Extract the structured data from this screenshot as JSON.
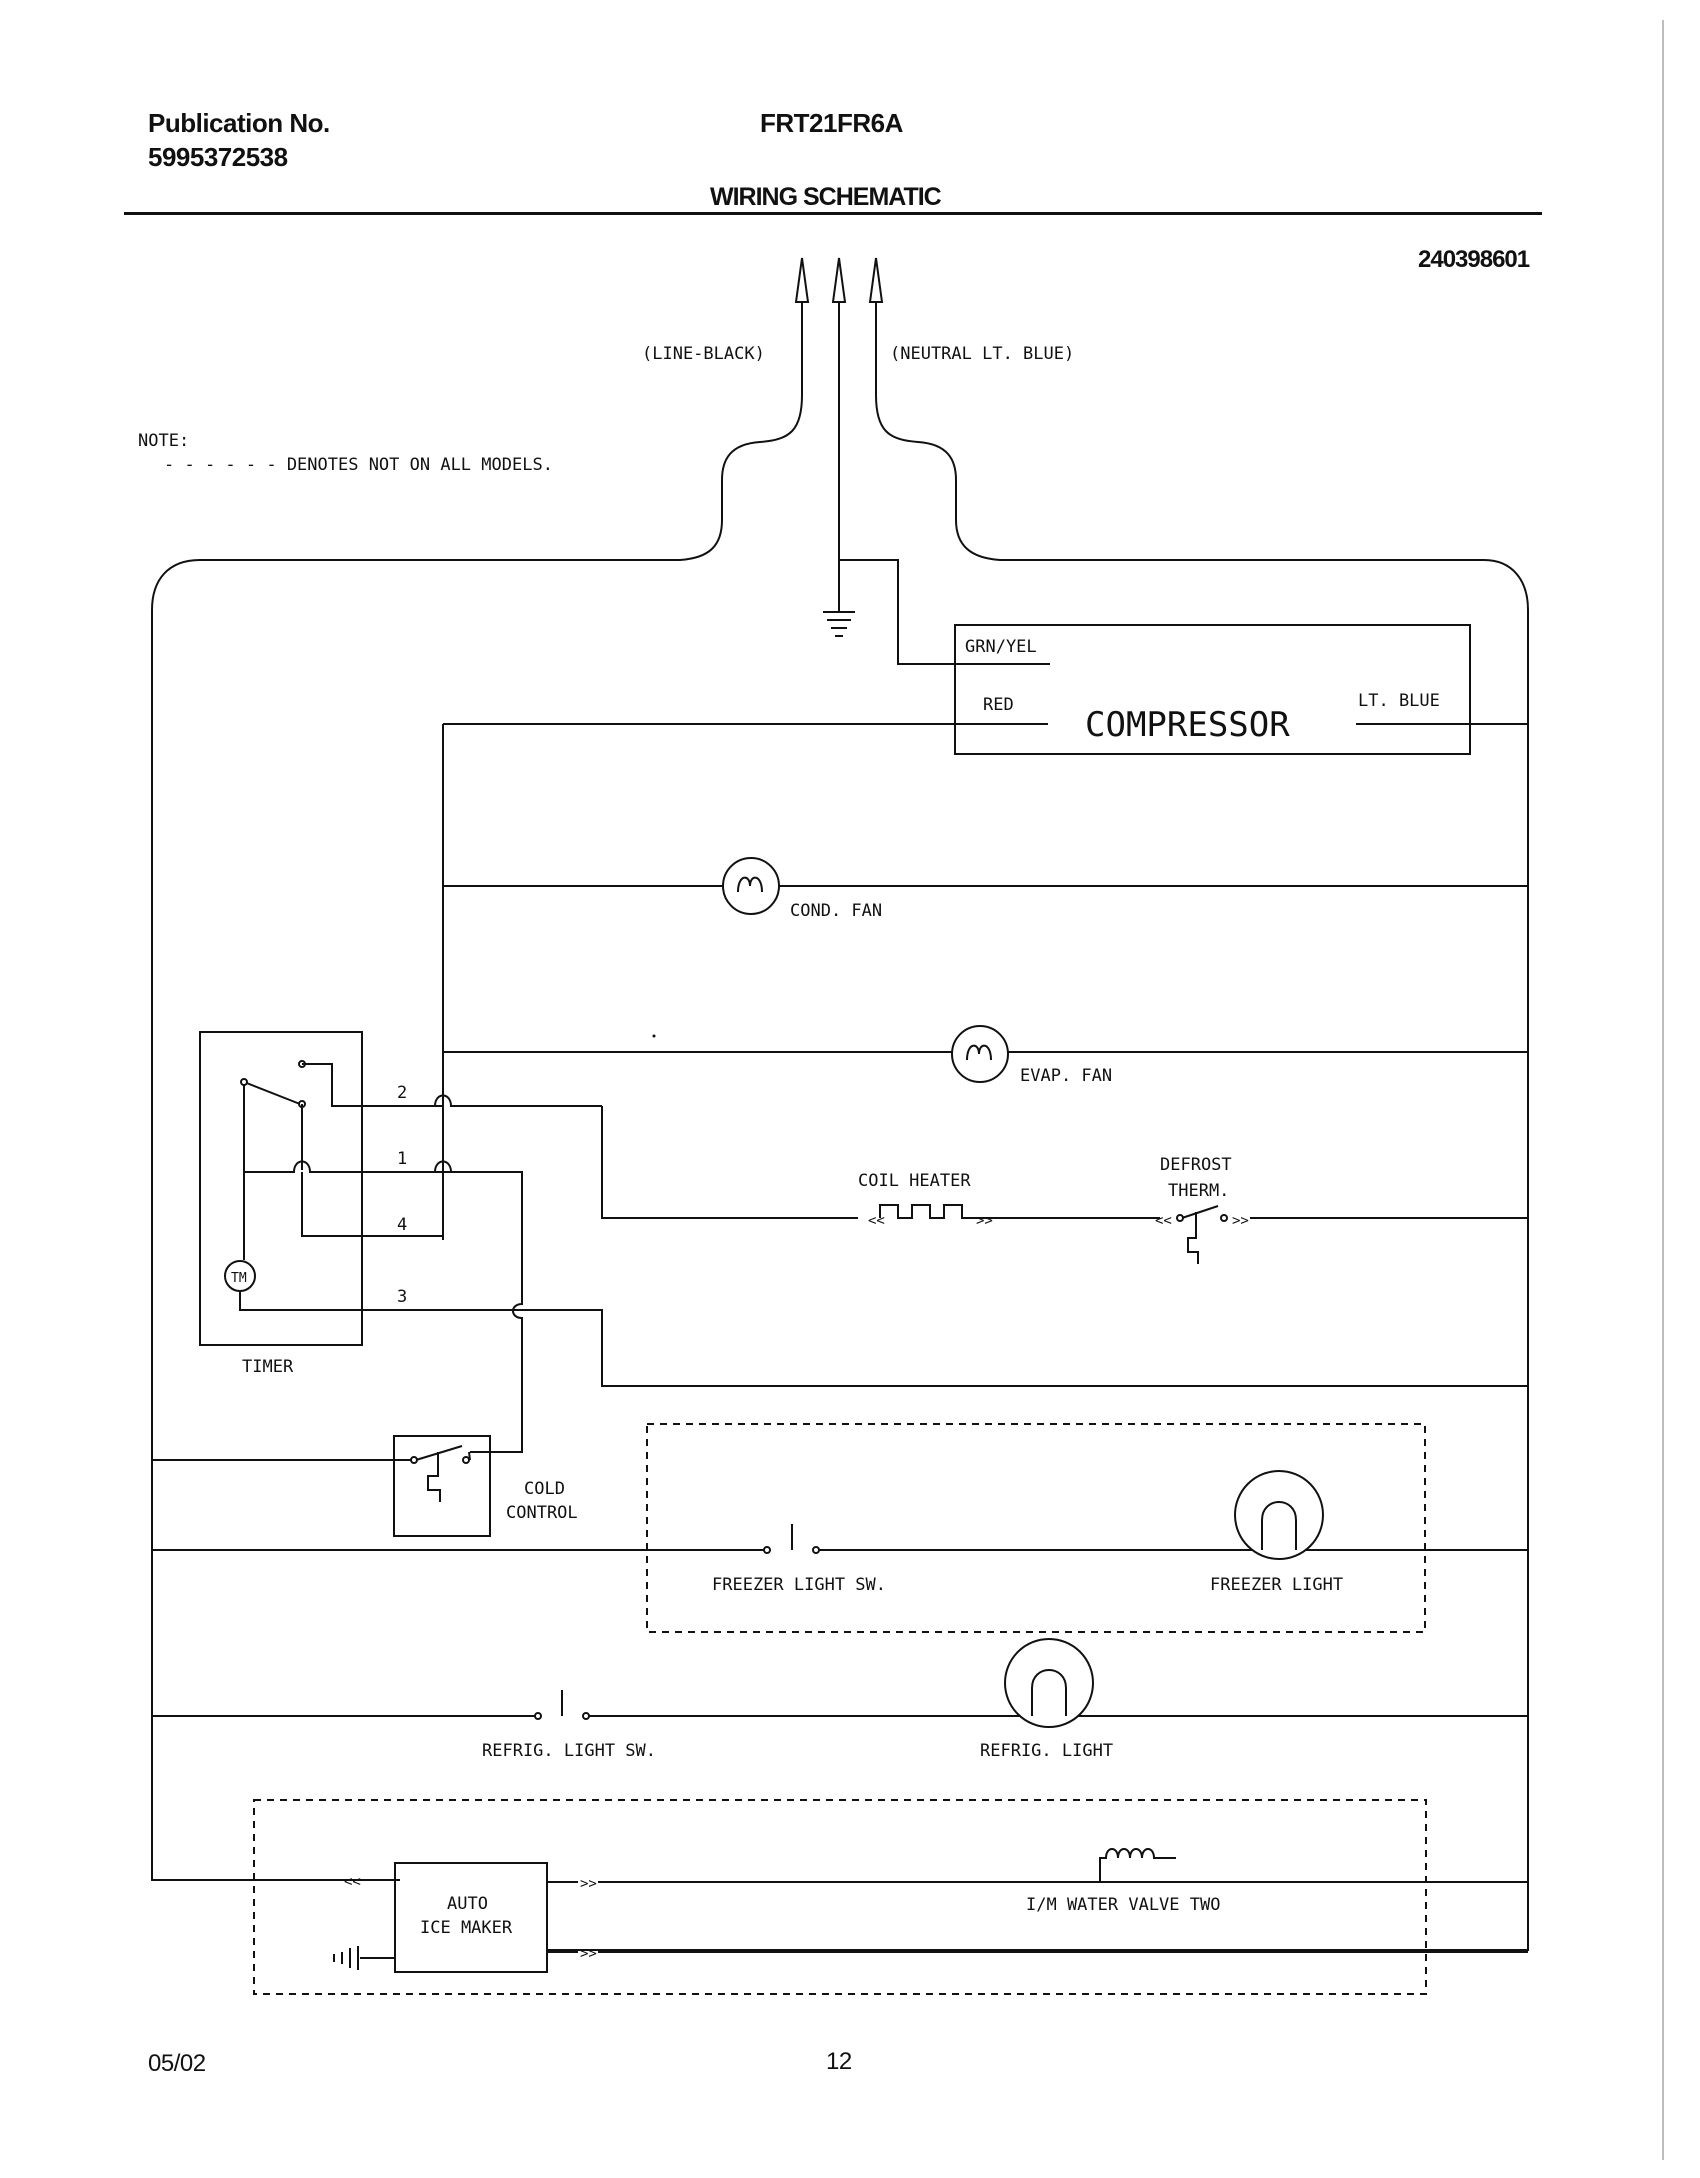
{
  "header": {
    "publication_label": "Publication No.",
    "publication_number": "5995372538",
    "model": "FRT21FR6A",
    "title": "WIRING SCHEMATIC",
    "drawing_number": "240398601"
  },
  "footer": {
    "date": "05/02",
    "page": "12"
  },
  "note": {
    "label": "NOTE:",
    "text": "- - - - - - DENOTES NOT ON ALL MODELS."
  },
  "labels": {
    "line": "(LINE-BLACK)",
    "neutral": "(NEUTRAL LT. BLUE)",
    "grn_yel": "GRN/YEL",
    "red": "RED",
    "compressor": "COMPRESSOR",
    "lt_blue": "LT. BLUE",
    "cond_fan": "COND. FAN",
    "evap_fan": "EVAP. FAN",
    "coil_heater": "COIL HEATER",
    "defrost_1": "DEFROST",
    "defrost_2": "THERM.",
    "tm": "TM",
    "timer": "TIMER",
    "t2": "2",
    "t1": "1",
    "t4": "4",
    "t3": "3",
    "cold_1": "COLD",
    "cold_2": "CONTROL",
    "freezer_sw": "FREEZER LIGHT SW.",
    "freezer_light": "FREEZER LIGHT",
    "refrig_sw": "REFRIG. LIGHT SW.",
    "refrig_light": "REFRIG. LIGHT",
    "ice_1": "AUTO",
    "ice_2": "ICE MAKER",
    "water_valve": "I/M WATER VALVE TWO"
  }
}
